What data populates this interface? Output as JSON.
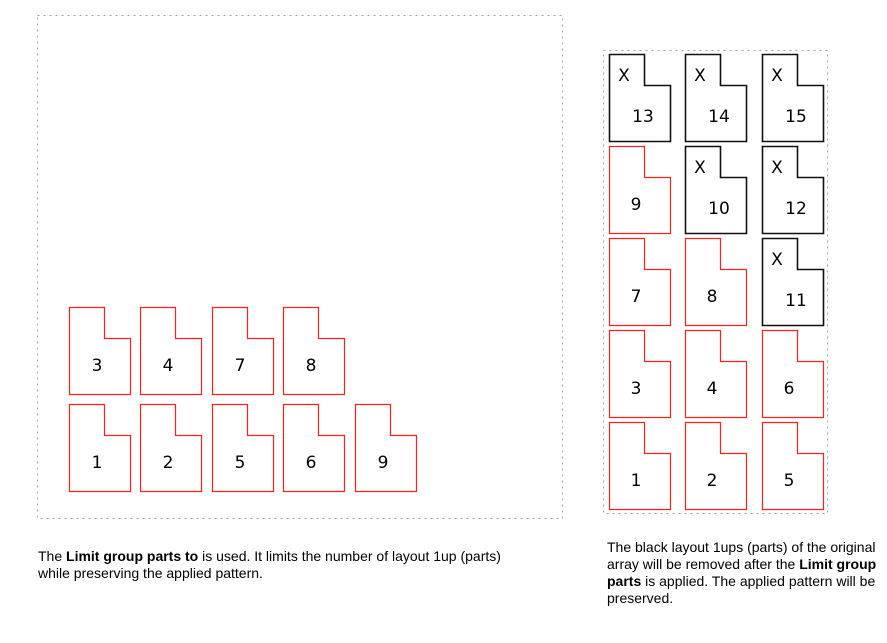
{
  "colors": {
    "kept": "#ff2020",
    "removed": "#111111",
    "sheet": "#a0a0a0"
  },
  "left_panel": {
    "rows": [
      [
        {
          "label": "3"
        },
        {
          "label": "4"
        },
        {
          "label": "7"
        },
        {
          "label": "8"
        }
      ],
      [
        {
          "label": "1"
        },
        {
          "label": "2"
        },
        {
          "label": "5"
        },
        {
          "label": "6"
        },
        {
          "label": "9"
        }
      ]
    ],
    "caption": {
      "pre": "The ",
      "bold": "Limit group parts to",
      "post": " is used. It limits the number of layout 1up (parts) while preserving the applied pattern."
    }
  },
  "right_panel": {
    "removed_mark": "X",
    "rows": [
      [
        {
          "label": "13",
          "removed": true
        },
        {
          "label": "14",
          "removed": true
        },
        {
          "label": "15",
          "removed": true
        }
      ],
      [
        {
          "label": "9",
          "removed": false
        },
        {
          "label": "10",
          "removed": true
        },
        {
          "label": "12",
          "removed": true
        }
      ],
      [
        {
          "label": "7",
          "removed": false
        },
        {
          "label": "8",
          "removed": false
        },
        {
          "label": "11",
          "removed": true
        }
      ],
      [
        {
          "label": "3",
          "removed": false
        },
        {
          "label": "4",
          "removed": false
        },
        {
          "label": "6",
          "removed": false
        }
      ],
      [
        {
          "label": "1",
          "removed": false
        },
        {
          "label": "2",
          "removed": false
        },
        {
          "label": "5",
          "removed": false
        }
      ]
    ],
    "caption": {
      "pre": "The black layout 1ups (parts) of the original array will be removed after the ",
      "bold": "Limit group parts",
      "post": " is applied. The applied pattern will be preserved."
    }
  }
}
